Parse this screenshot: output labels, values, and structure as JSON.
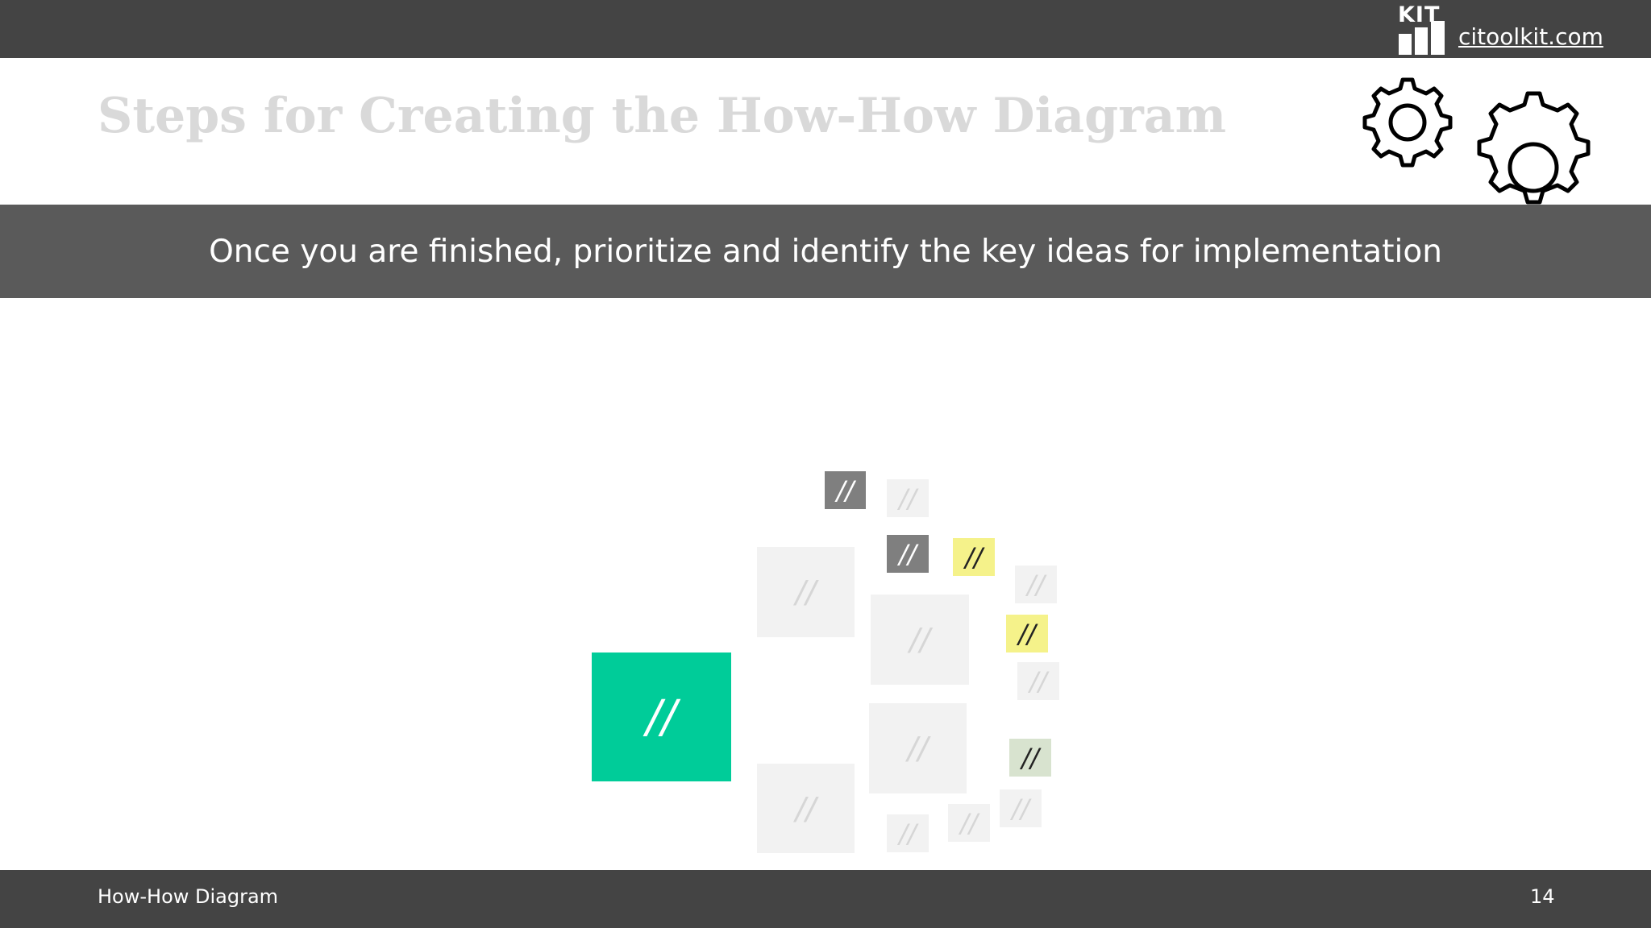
{
  "header": {
    "logo_text": "KIT",
    "site": "citoolkit.com"
  },
  "slide": {
    "title": "Steps for Creating the How-How Diagram",
    "subtitle": "Once you are finished, prioritize and identify the key ideas for implementation"
  },
  "diagram": {
    "placeholder": "//"
  },
  "footer": {
    "label": "How-How Diagram",
    "page": "14"
  },
  "colors": {
    "bar": "#444444",
    "band": "#5a5a5a",
    "root": "#00cc99",
    "highlight_yellow": "#f5f28a",
    "highlight_sage": "#d8e3cf",
    "selected_gray": "#7f7f7f",
    "inactive": "#f2f2f2"
  }
}
